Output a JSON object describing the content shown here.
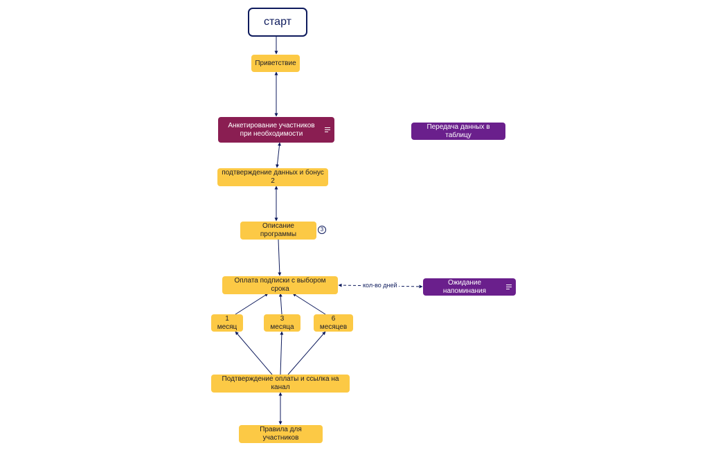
{
  "diagram": {
    "edge_color": "#0d1a5c",
    "nodes": {
      "start": "старт",
      "greeting": "Приветствие",
      "survey": "Анкетирование участников при необходимости",
      "confirm_bonus": "подтверждение данных и бонус 2",
      "description": "Описание программы",
      "payment": "Оплата подписки с выбором срока",
      "month_1": "1 месяц",
      "month_3": "3 месяца",
      "month_6": "6 месяцев",
      "payment_confirm": "Подтверждение оплаты и ссылка на канал",
      "rules": "Правила для участников",
      "reminder": "Ожидание напоминания",
      "table_transfer": "Передача данных в таблицу"
    },
    "badges": {
      "description_count": "3"
    },
    "edge_labels": {
      "days_count": "кол-во дней"
    },
    "colors": {
      "yellow": "#fcc945",
      "maroon": "#8a1e52",
      "purple": "#6a1f8c",
      "start_border": "#0d1a5c"
    },
    "icons": {
      "note": "lines-icon"
    }
  }
}
